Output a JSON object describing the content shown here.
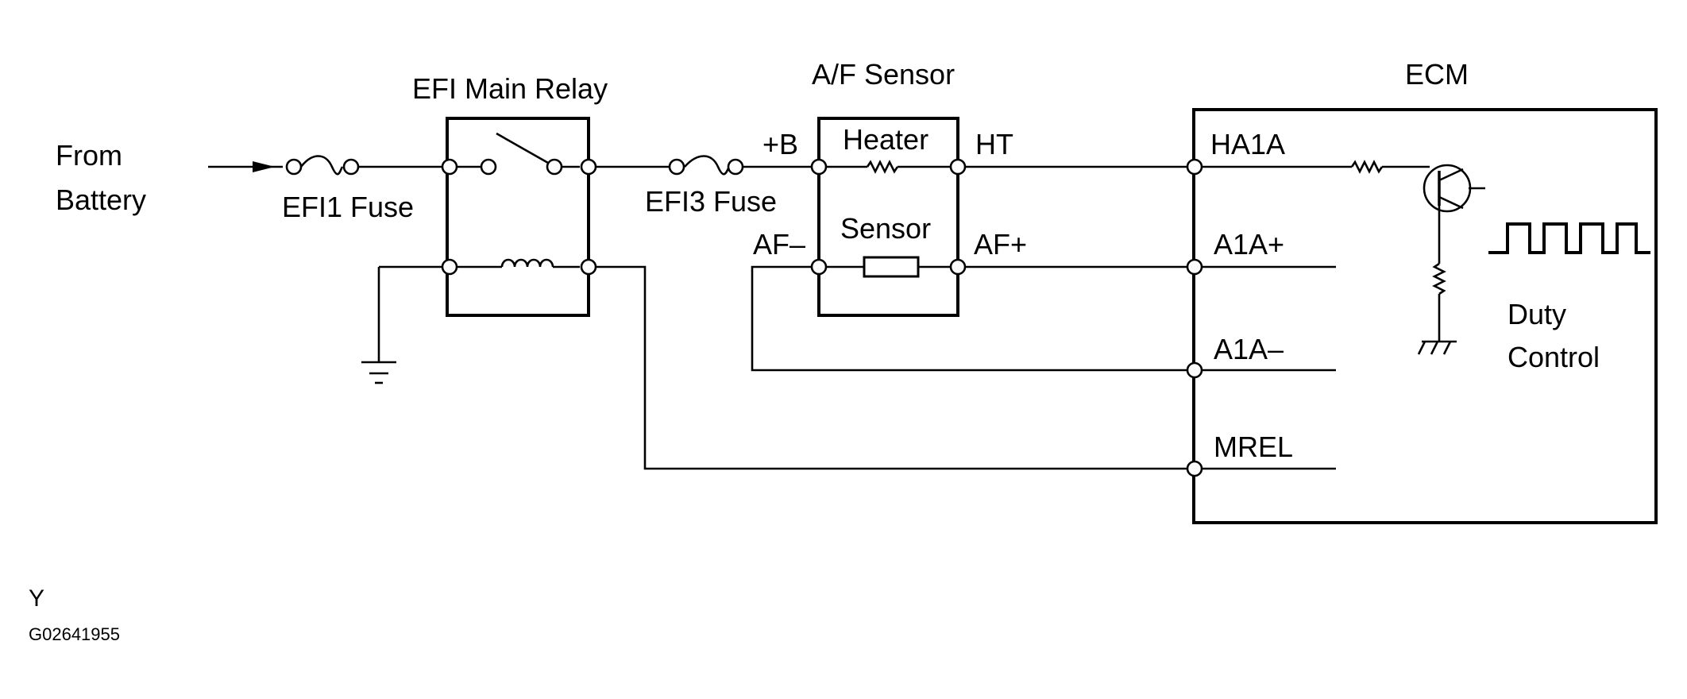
{
  "labels": {
    "from_battery_line1": "From",
    "from_battery_line2": "Battery",
    "efi1_fuse": "EFI1 Fuse",
    "efi_main_relay": "EFI Main Relay",
    "efi3_fuse": "EFI3 Fuse",
    "af_sensor": "A/F Sensor",
    "plus_b": "+B",
    "heater": "Heater",
    "ht": "HT",
    "sensor": "Sensor",
    "af_minus": "AF–",
    "af_plus": "AF+",
    "ecm": "ECM",
    "ha1a": "HA1A",
    "a1a_plus": "A1A+",
    "a1a_minus": "A1A–",
    "mrel": "MREL",
    "duty_line1": "Duty",
    "duty_line2": "Control"
  },
  "footer": {
    "code_letter": "Y",
    "figure_id": "G02641955"
  }
}
